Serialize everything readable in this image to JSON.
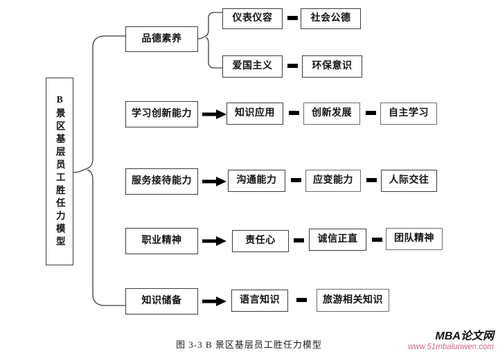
{
  "diagram": {
    "type": "hierarchy-tree",
    "root": {
      "label": "B 景区基层员工胜任力模型",
      "orientation": "vertical-text",
      "chars": "B景区基层员工胜任力模型"
    },
    "branches": [
      {
        "id": "branch-1",
        "label": "品德素养",
        "connector": "brace",
        "children": [
          {
            "id": "chain-1a",
            "items": [
              "仪表仪容",
              "社会公德"
            ],
            "connector": "dash"
          },
          {
            "id": "chain-1b",
            "items": [
              "爱国主义",
              "环保意识"
            ],
            "connector": "dash"
          }
        ]
      },
      {
        "id": "branch-2",
        "label": "学习创新能力",
        "connector": "arrow",
        "children": [
          {
            "id": "chain-2a",
            "items": [
              "知识应用",
              "创新发展",
              "自主学习"
            ],
            "connector": "dash"
          }
        ]
      },
      {
        "id": "branch-3",
        "label": "服务接待能力",
        "connector": "arrow",
        "children": [
          {
            "id": "chain-3a",
            "items": [
              "沟通能力",
              "应变能力",
              "人际交往"
            ],
            "connector": "dash"
          }
        ]
      },
      {
        "id": "branch-4",
        "label": "职业精神",
        "connector": "arrow",
        "children": [
          {
            "id": "chain-4a",
            "items": [
              "责任心",
              "诚信正直",
              "团队精神"
            ],
            "connector": "dash"
          }
        ]
      },
      {
        "id": "branch-5",
        "label": "知识储备",
        "connector": "arrow",
        "children": [
          {
            "id": "chain-5a",
            "items": [
              "语言知识",
              "旅游相关知识"
            ],
            "connector": "dash"
          }
        ]
      }
    ]
  },
  "caption": {
    "text": "图 3-3  B 景区基层员工胜任力模型"
  },
  "watermark": {
    "title": "MBA论文网",
    "url": "www.51mbalunwen.com",
    "url_color": "#d06a86"
  },
  "colors": {
    "background": "#ffffff",
    "box_border": "#3a3a3a",
    "text": "#111111",
    "connector": "#000000"
  }
}
